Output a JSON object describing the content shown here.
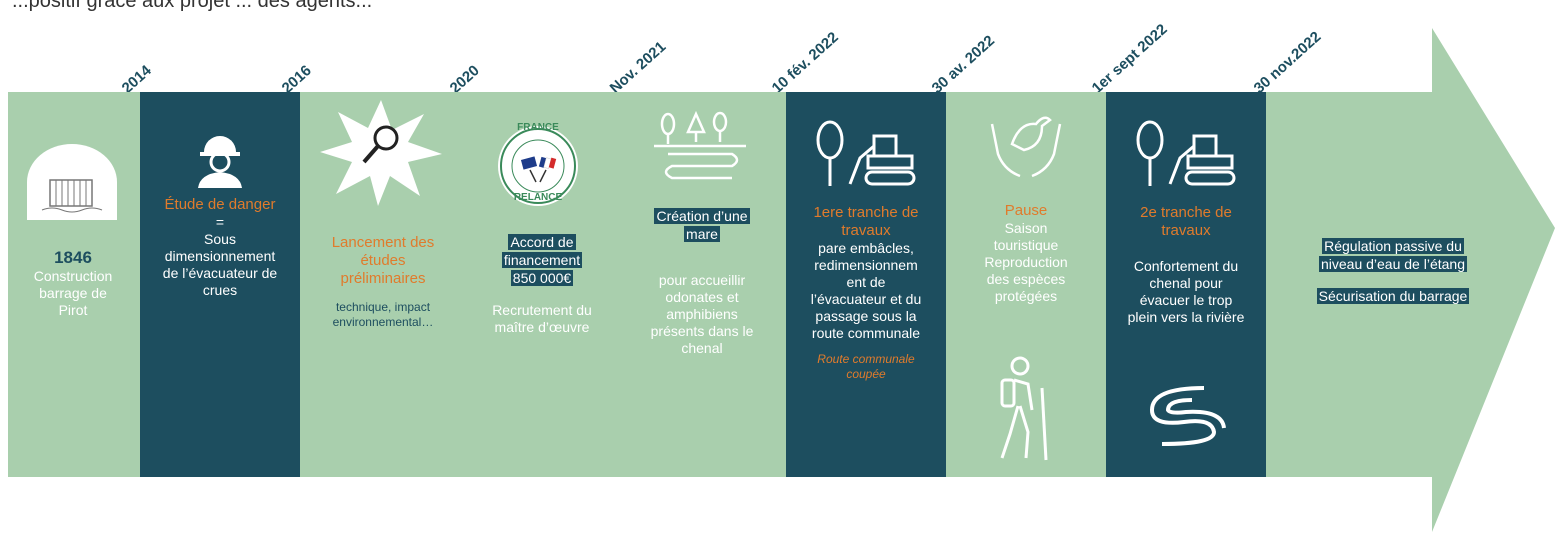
{
  "top_fragment": "...positif grâce aux projet ... des agents...",
  "dates": [
    "2014",
    "2016",
    "2020",
    "Nov. 2021",
    "10 fév. 2022",
    "30 av. 2022",
    "1er sept 2022",
    "30 nov.2022"
  ],
  "panels": {
    "p1": {
      "year": "1846",
      "lines": [
        "Construction",
        "barrage de",
        "Pirot"
      ]
    },
    "p2": {
      "title": "Étude de danger",
      "eq": "=",
      "lines": [
        "Sous",
        "dimensionnement",
        "de l’évacuateur de",
        "crues"
      ]
    },
    "p3": {
      "title": [
        "Lancement des",
        "études",
        "préliminaires"
      ],
      "sub": [
        "technique, impact",
        "environnemental…"
      ]
    },
    "p4": {
      "logo_top": "FRANCE",
      "logo_bottom": "RELANCE",
      "hl": [
        "Accord de",
        "financement",
        "850 000€"
      ],
      "sub": [
        "Recrutement du",
        "maître d’œuvre"
      ]
    },
    "p5": {
      "hl": [
        "Création d’une",
        "mare"
      ],
      "sub": [
        "pour accueillir",
        "odonates et",
        "amphibiens",
        "présents dans le",
        "chenal"
      ]
    },
    "p6": {
      "title": [
        "1ere tranche de",
        "travaux"
      ],
      "lines": [
        "pare embâcles,",
        "redimensionnem",
        "ent de",
        "l’évacuateur et du",
        "passage sous la",
        "route communale"
      ],
      "note": [
        "Route communale",
        "coupée"
      ]
    },
    "p7": {
      "title": "Pause",
      "lines": [
        "Saison",
        "touristique",
        "Reproduction",
        "des espèces",
        "protégées"
      ]
    },
    "p8": {
      "title": [
        "2e tranche de",
        "travaux"
      ],
      "lines": [
        "Confortement du",
        "chenal pour",
        "évacuer le trop",
        "plein vers la rivière"
      ]
    },
    "p9": {
      "hl1": [
        "Régulation passive du",
        "niveau d’eau de l’étang"
      ],
      "hl2": "Sécurisation du barrage"
    }
  },
  "colors": {
    "light": "#a9cfad",
    "dark": "#1d4e5f",
    "orange": "#e07b2c"
  }
}
